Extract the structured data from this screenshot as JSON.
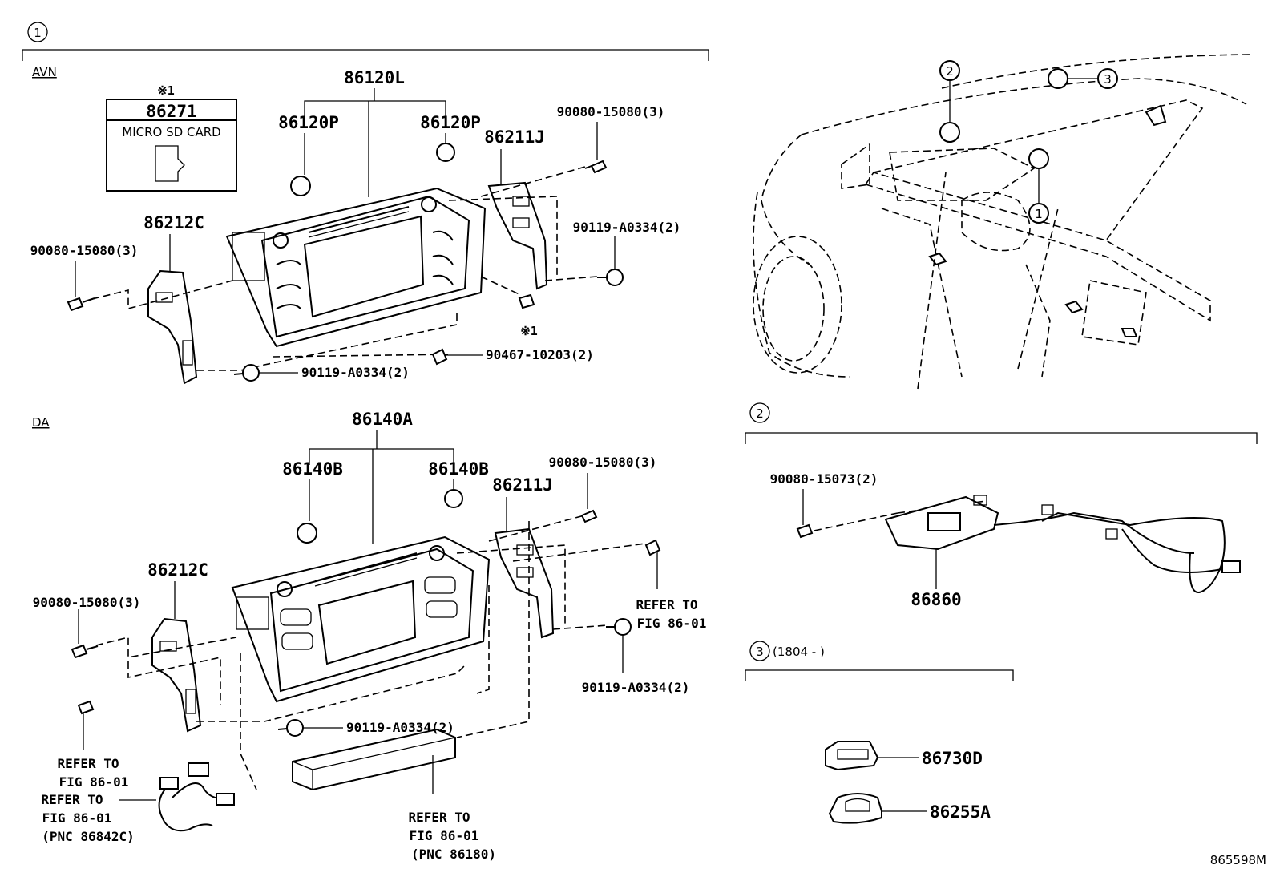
{
  "diagram_id": "865598M",
  "sections": {
    "s1": {
      "marker": "1",
      "avn_label": "AVN",
      "da_label": "DA"
    },
    "s2": {
      "marker": "2"
    },
    "s3": {
      "marker": "3",
      "note": "(1804 -    )"
    }
  },
  "vehicle_markers": [
    "1",
    "2",
    "3"
  ],
  "avn": {
    "sd_note": "※1",
    "sd_part": "86271",
    "sd_caption": "MICRO SD CARD",
    "main": "86120L",
    "knob_left": "86120P",
    "knob_right": "86120P",
    "bracket_right": "86211J",
    "bracket_left": "86212C",
    "bolt_tr": "90080-15080(3)",
    "bolt_left": "90080-15080(3)",
    "nut_right": "90119-A0334(2)",
    "nut_bottom": "90119-A0334(2)",
    "screw": "90467-10203(2)",
    "note_mark": "※1"
  },
  "da": {
    "main": "86140A",
    "knob_left": "86140B",
    "knob_right": "86140B",
    "bracket_right": "86211J",
    "bracket_left": "86212C",
    "bolt_tr": "90080-15080(3)",
    "bolt_left": "90080-15080(3)",
    "nut_right": "90119-A0334(2)",
    "nut_bottom": "90119-A0334(2)",
    "refer_r1": "REFER TO",
    "refer_r2": "FIG 86-01",
    "refer_l1": "REFER TO",
    "refer_l2": "FIG 86-01",
    "refer_w1": "REFER TO",
    "refer_w2": "FIG 86-01",
    "refer_w3": "(PNC 86842C)",
    "refer_b1": "REFER TO",
    "refer_b2": "FIG 86-01",
    "refer_b3": "(PNC 86180)"
  },
  "s2parts": {
    "bolt": "90080-15073(2)",
    "antenna": "86860"
  },
  "s3parts": {
    "p1": "86730D",
    "p2": "86255A"
  }
}
